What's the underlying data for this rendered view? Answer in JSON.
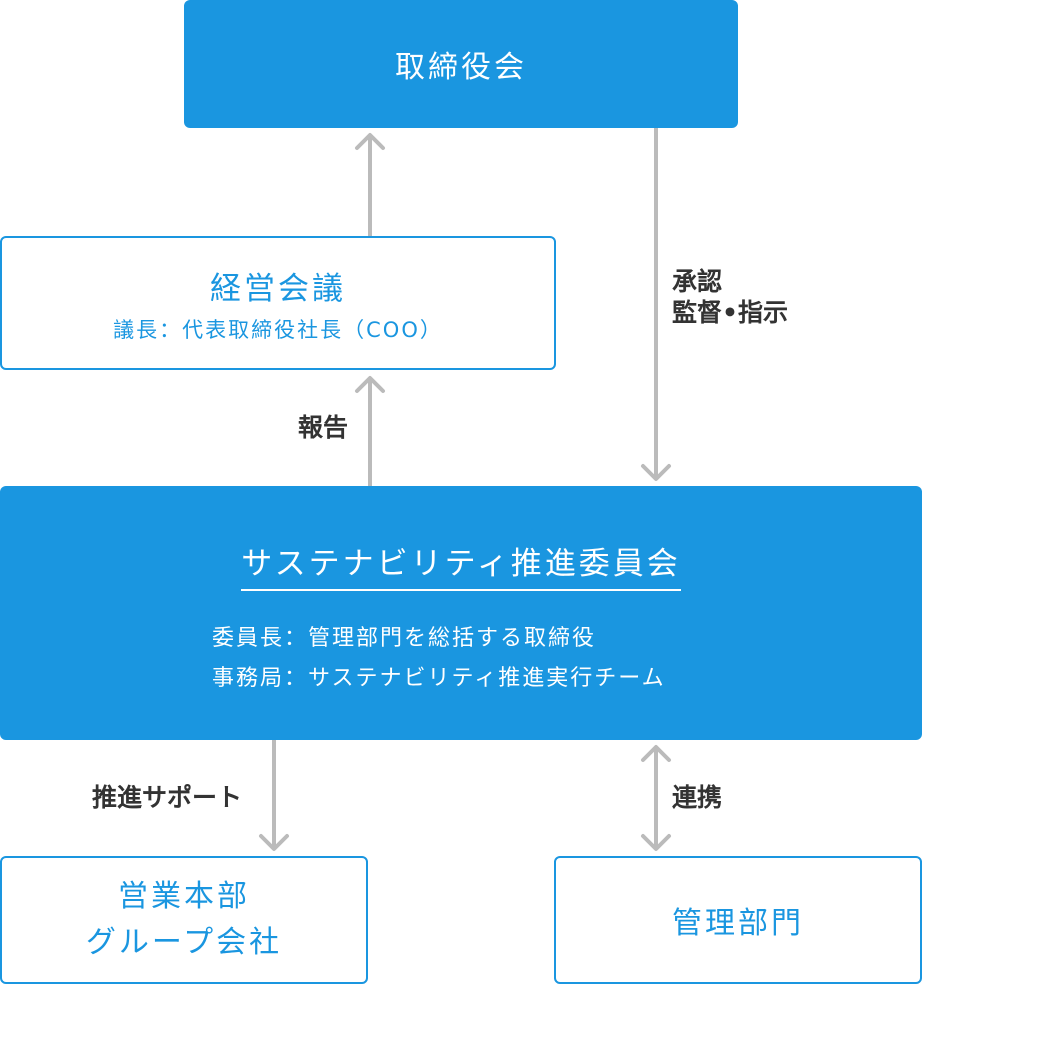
{
  "board": {
    "title": "取締役会"
  },
  "management_meeting": {
    "title": "経営会議",
    "chair": "議長：代表取締役社長（COO）"
  },
  "sustainability_committee": {
    "title": "サステナビリティ推進委員会",
    "chair": "委員長：管理部門を総括する取締役",
    "secretariat": "事務局：サステナビリティ推進実行チーム"
  },
  "sales_division": {
    "line1": "営業本部",
    "line2": "グループ会社"
  },
  "admin_division": {
    "title": "管理部門"
  },
  "edge_labels": {
    "approval_line1": "承認",
    "approval_line2": "監督•指示",
    "report": "報告",
    "promotion_support": "推進サポート",
    "cooperation": "連携"
  },
  "colors": {
    "accent": "#1a96e0",
    "arrow": "#bbbbbb",
    "label": "#333333"
  }
}
